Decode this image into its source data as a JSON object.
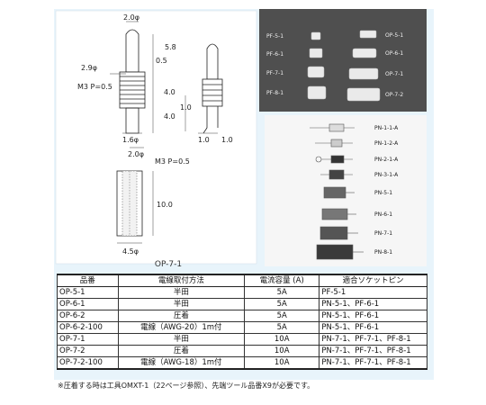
{
  "drawing": {
    "dims": {
      "d20_top": "2.0φ",
      "d29": "2.9φ",
      "thread_top": "M3 P=0.5",
      "len_05": "0.5",
      "len_58": "5.8",
      "len_40a": "4.0",
      "len_40b": "4.0",
      "len_10v": "1.0",
      "len_16": "1.6φ",
      "len_20b": "2.0φ",
      "len_10h": "1.0",
      "len_10r": "1.0",
      "thread_bot": "M3 P=0.5",
      "len_100": "10.0",
      "len_45": "4.5φ"
    },
    "caption": "OP-7-1"
  },
  "photo_top": {
    "left_labels": [
      "PF-5-1",
      "PF-6-1",
      "PF-7-1",
      "PF-8-1"
    ],
    "right_labels": [
      "OP-5-1",
      "OP-6-1",
      "OP-7-1",
      "OP-7-2"
    ]
  },
  "photo_bottom": {
    "labels": [
      "PN-1-1-A",
      "PN-1-2-A",
      "PN-2-1-A",
      "PN-3-1-A",
      "PN-5-1",
      "PN-6-1",
      "PN-7-1",
      "PN-8-1"
    ]
  },
  "table": {
    "headers": [
      "品番",
      "電線取付方法",
      "電流容量 (A)",
      "適合ソケットピン"
    ],
    "rows": [
      [
        "OP-5-1",
        "半田",
        "5A",
        "PF-5-1"
      ],
      [
        "OP-6-1",
        "半田",
        "5A",
        "PN-5-1、PF-6-1"
      ],
      [
        "OP-6-2",
        "圧着",
        "5A",
        "PN-5-1、PF-6-1"
      ],
      [
        "OP-6-2-100",
        "電線（AWG-20）1m付",
        "5A",
        "PN-5-1、PF-6-1"
      ],
      [
        "OP-7-1",
        "半田",
        "10A",
        "PN-7-1、PF-7-1、PF-8-1"
      ],
      [
        "OP-7-2",
        "圧着",
        "10A",
        "PN-7-1、PF-7-1、PF-8-1"
      ],
      [
        "OP-7-2-100",
        "電線（AWG-18）1m付",
        "10A",
        "PN-7-1、PF-7-1、PF-8-1"
      ]
    ]
  },
  "note": "※圧着する時は工具OMXT-1（22ページ参照）、先端ツール品番X9が必要です。"
}
